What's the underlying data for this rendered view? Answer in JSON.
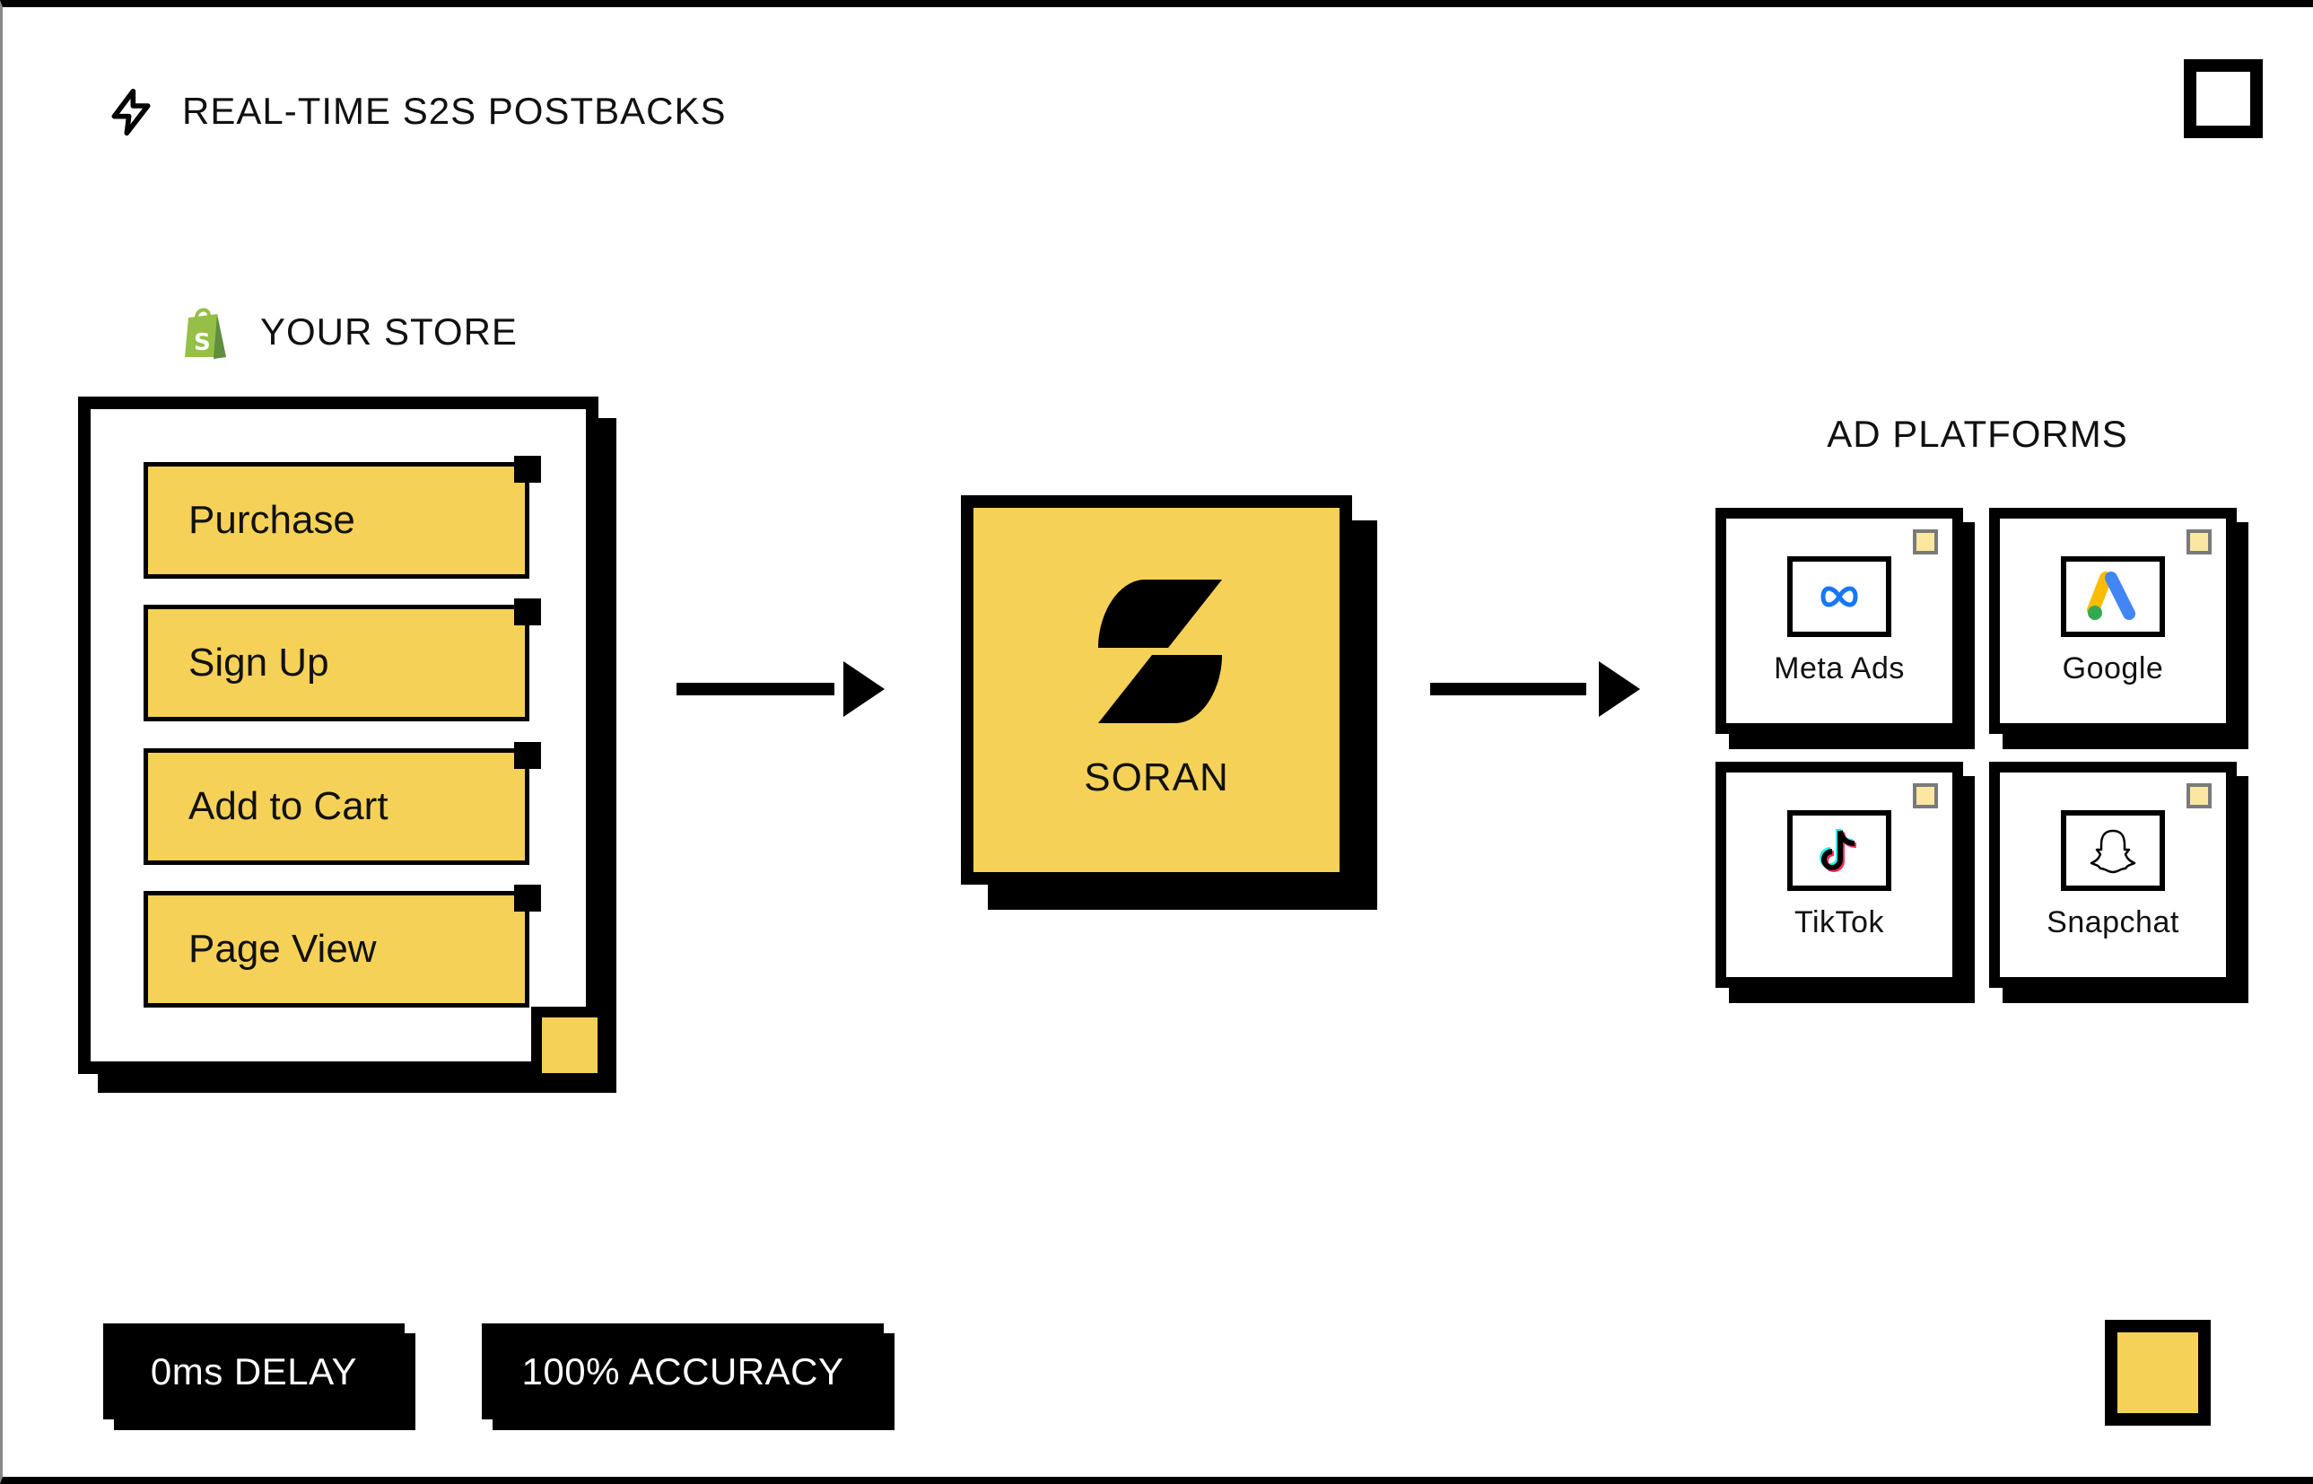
{
  "header": {
    "title": "REAL-TIME S2S POSTBACKS",
    "icon": "lightning-bolt-icon"
  },
  "store": {
    "label": "YOUR STORE",
    "icon": "shopify-bag-icon",
    "events": [
      "Purchase",
      "Sign Up",
      "Add to Cart",
      "Page View"
    ]
  },
  "hub": {
    "label": "SORAN",
    "icon": "soran-logo-icon"
  },
  "platforms": {
    "label": "AD PLATFORMS",
    "items": [
      {
        "name": "Meta Ads",
        "icon": "meta-infinity-icon"
      },
      {
        "name": "Google",
        "icon": "google-ads-icon"
      },
      {
        "name": "TikTok",
        "icon": "tiktok-note-icon"
      },
      {
        "name": "Snapchat",
        "icon": "snapchat-ghost-icon"
      }
    ]
  },
  "stats": {
    "delay": "0ms DELAY",
    "accuracy": "100% ACCURACY"
  },
  "colors": {
    "accent": "#f6d158",
    "ink": "#000000",
    "background": "#ffffff"
  }
}
